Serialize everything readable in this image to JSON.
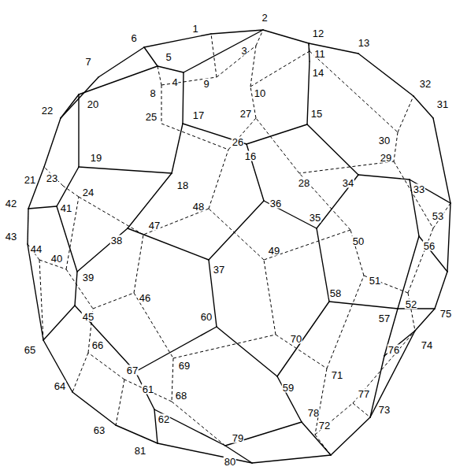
{
  "diagram": {
    "labels": [
      "1",
      "2",
      "3",
      "4",
      "5",
      "6",
      "7",
      "8",
      "9",
      "10",
      "11",
      "12",
      "13",
      "14",
      "15",
      "16",
      "17",
      "18",
      "19",
      "20",
      "21",
      "22",
      "23",
      "24",
      "25",
      "26",
      "27",
      "28",
      "29",
      "30",
      "31",
      "32",
      "33",
      "34",
      "35",
      "36",
      "37",
      "38",
      "39",
      "40",
      "41",
      "42",
      "43",
      "44",
      "45",
      "46",
      "47",
      "48",
      "49",
      "50",
      "51",
      "52",
      "53",
      "56",
      "57",
      "58",
      "59",
      "60",
      "61",
      "62",
      "63",
      "64",
      "65",
      "66",
      "67",
      "68",
      "69",
      "70",
      "71",
      "72",
      "73",
      "74",
      "75",
      "76",
      "77",
      "78",
      "79",
      "80",
      "81"
    ]
  }
}
